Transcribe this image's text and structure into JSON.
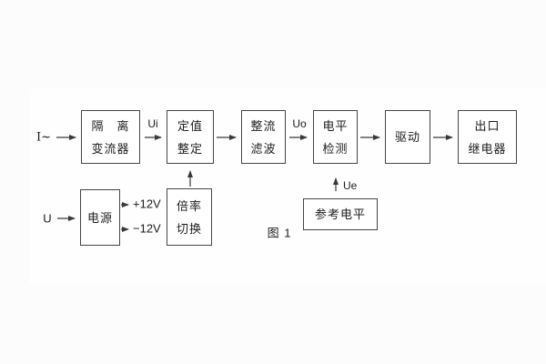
{
  "diagram": {
    "caption": "图 1",
    "colors": {
      "line": "#3a3a3a",
      "box_border": "#454545",
      "text": "#1c1c1c",
      "box_background": "#ffffff",
      "page_background": "#fcfcfc"
    },
    "boxes": {
      "isolation_transformer": {
        "line1": "隔　离",
        "line2": "变流器"
      },
      "setting_adjust": {
        "line1": "定值",
        "line2": "整定"
      },
      "rectifier_filter": {
        "line1": "整流",
        "line2": "滤波"
      },
      "level_detect": {
        "line1": "电平",
        "line2": "检测"
      },
      "driver": {
        "line1": "驱动"
      },
      "output_relay": {
        "line1": "出口",
        "line2": "继电器"
      },
      "power_supply": {
        "line1": "电源"
      },
      "ratio_switch": {
        "line1": "倍率",
        "line2": "切换"
      },
      "reference_level": {
        "line1": "参考电平"
      }
    },
    "signals": {
      "input_current": "I~",
      "input_voltage": "U",
      "ui": "Ui",
      "uo": "Uo",
      "ue": "Ue",
      "plus12v": "+12V",
      "minus12v": "−12V"
    }
  }
}
